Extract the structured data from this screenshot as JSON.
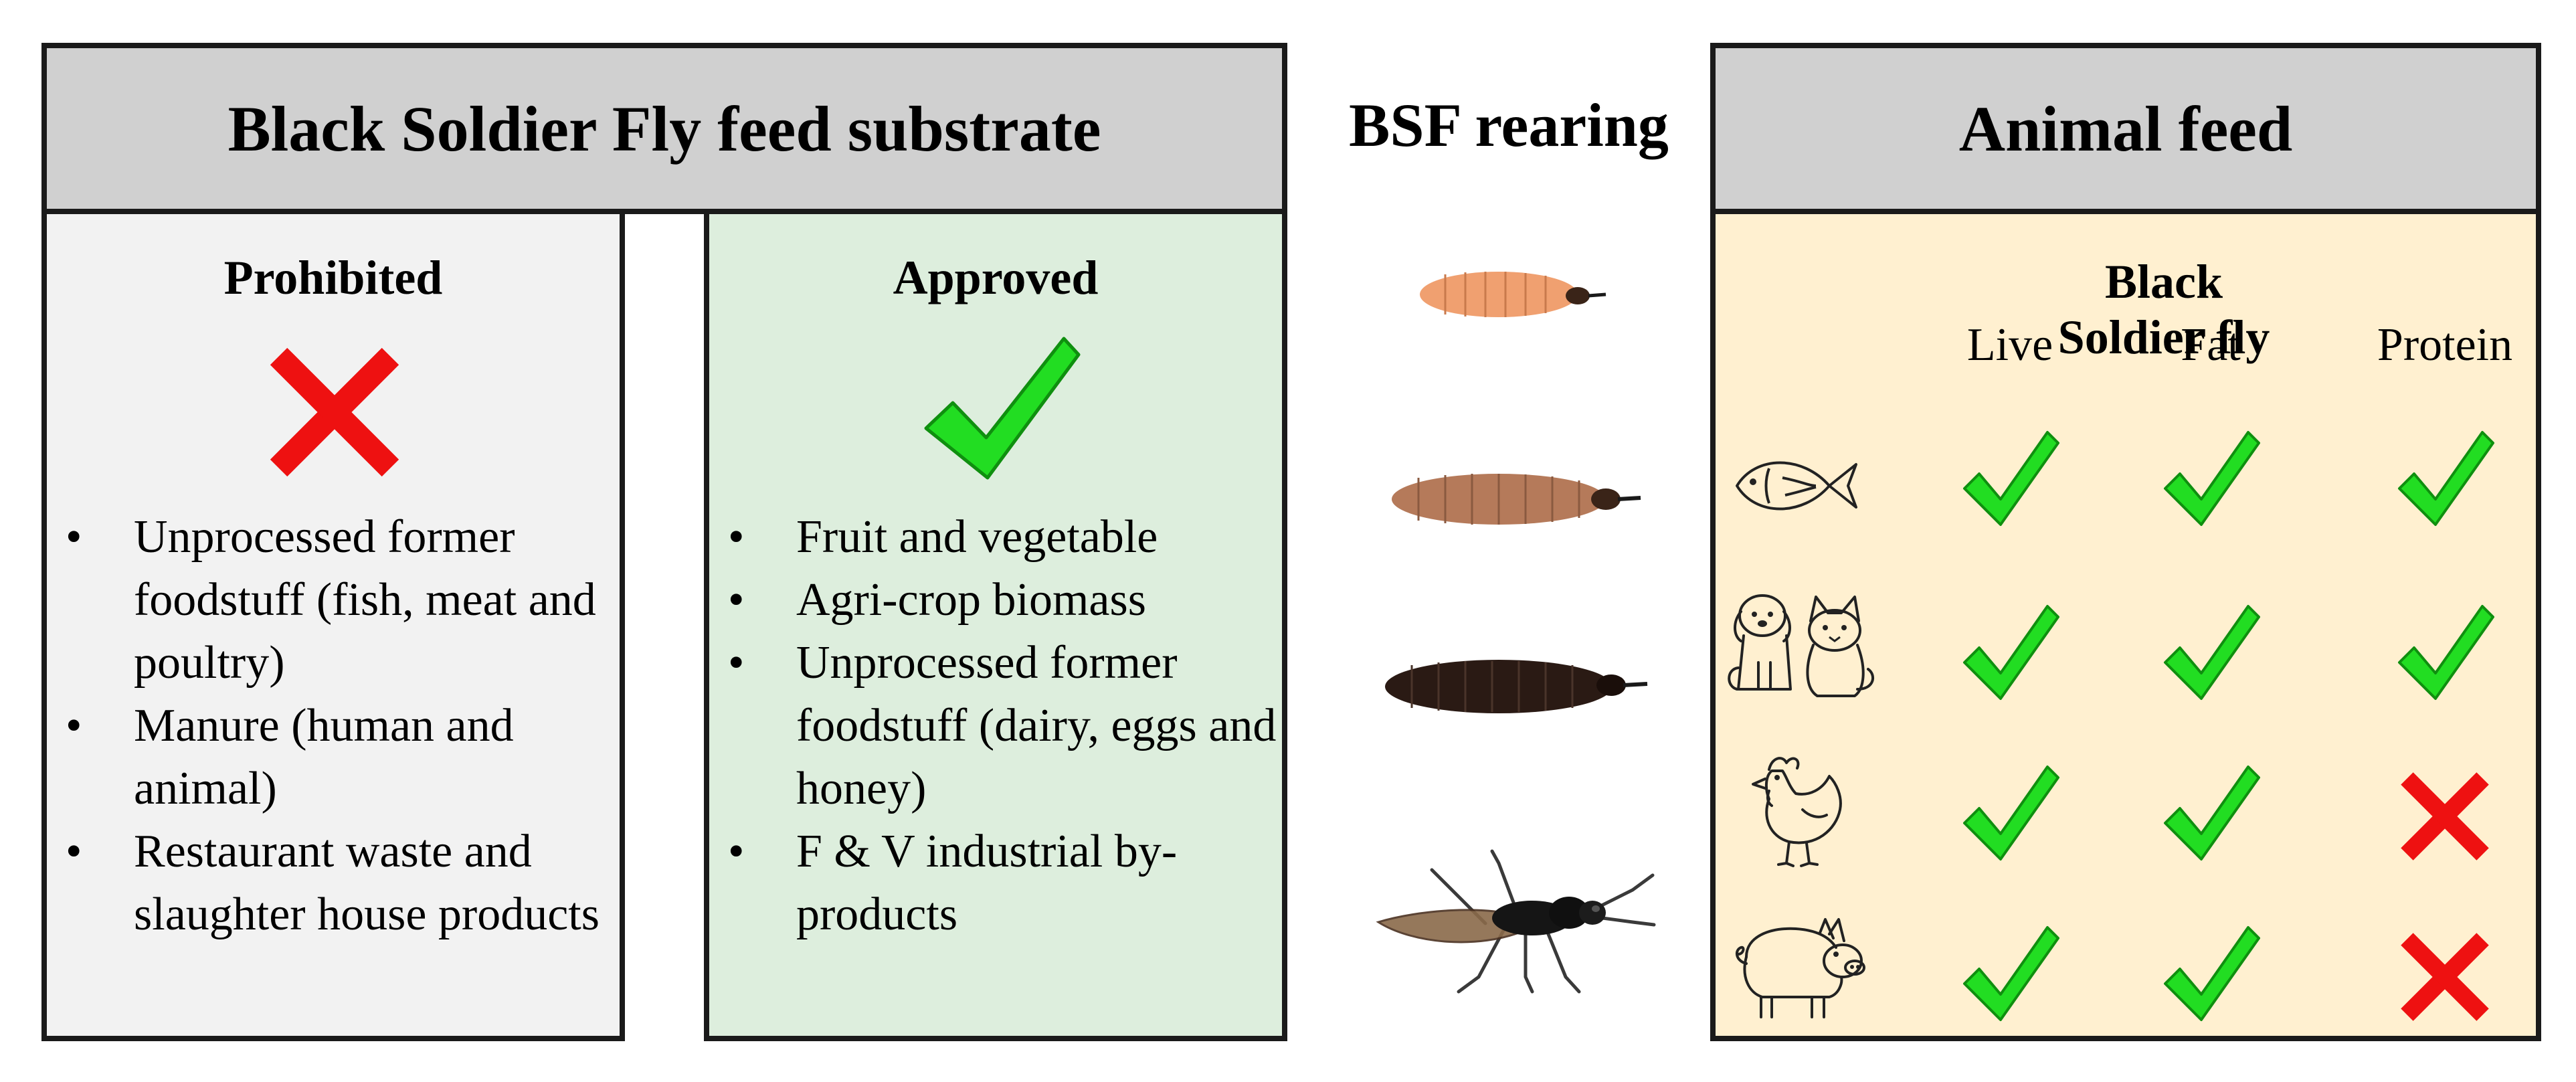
{
  "substrate": {
    "title": "Black Soldier Fly feed substrate",
    "prohibited": {
      "heading": "Prohibited",
      "items": [
        "Unprocessed former foodstuff (fish, meat and poultry)",
        "Manure (human and animal)",
        "Restaurant waste and slaughter house products"
      ]
    },
    "approved": {
      "heading": "Approved",
      "items": [
        "Fruit and vegetable",
        "Agri-crop biomass",
        "Unprocessed former foodstuff (dairy, eggs and honey)",
        "F & V industrial by-products"
      ]
    }
  },
  "rearing": {
    "title": "BSF rearing",
    "stages": [
      "young-larva-icon",
      "larva-icon",
      "prepupa-icon",
      "adult-fly-icon"
    ]
  },
  "feed": {
    "title": "Animal feed",
    "subtitle": "Black Soldier fly",
    "columns": [
      "Live",
      "Fat",
      "Protein"
    ],
    "rows": [
      {
        "animal": "fish-icon",
        "values": [
          true,
          true,
          true
        ]
      },
      {
        "animal": "dog-cat-icon",
        "values": [
          true,
          true,
          true
        ]
      },
      {
        "animal": "chicken-icon",
        "values": [
          true,
          true,
          false
        ]
      },
      {
        "animal": "pig-icon",
        "values": [
          true,
          true,
          false
        ]
      }
    ]
  },
  "colors": {
    "check": "#22dd22",
    "cross": "#ee1111",
    "header_bg": "#d0d0d0",
    "prohibited_bg": "#f2f2f2",
    "approved_bg": "#ddeedd",
    "feed_bg": "#fff0d0"
  }
}
